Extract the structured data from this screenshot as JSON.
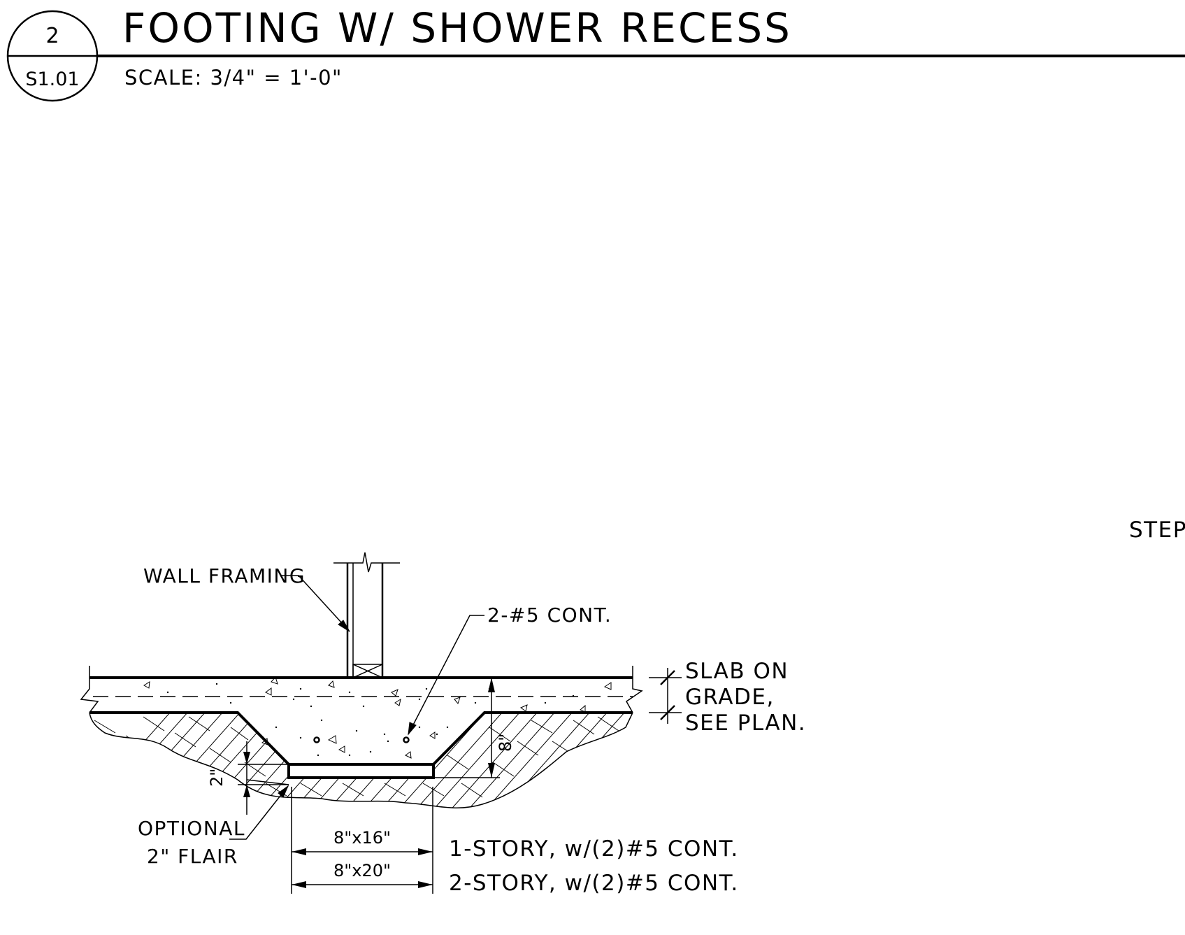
{
  "detail": {
    "number": "2",
    "sheet_ref": "S1.01",
    "title": "FOOTING W/ SHOWER RECESS",
    "scale": "SCALE: 3/4\" = 1'-0\""
  },
  "annotations": {
    "wall_framing": "WALL FRAMING",
    "rebar": "2-#5 CONT.",
    "slab_line1": "SLAB ON",
    "slab_line2": "GRADE,",
    "slab_line3": "SEE PLAN.",
    "optional_line1": "OPTIONAL",
    "optional_line2": "2\" FLAIR",
    "story1": "1-STORY, w/(2)#5 CONT.",
    "story2": "2-STORY, w/(2)#5 CONT.",
    "adjacent_detail": "STEP"
  },
  "dimensions": {
    "footing_1story": "8\"x16\"",
    "footing_2story": "8\"x20\"",
    "recess_depth": "8\"",
    "flair": "2\""
  },
  "colors": {
    "line": "#000000",
    "background": "#ffffff"
  }
}
